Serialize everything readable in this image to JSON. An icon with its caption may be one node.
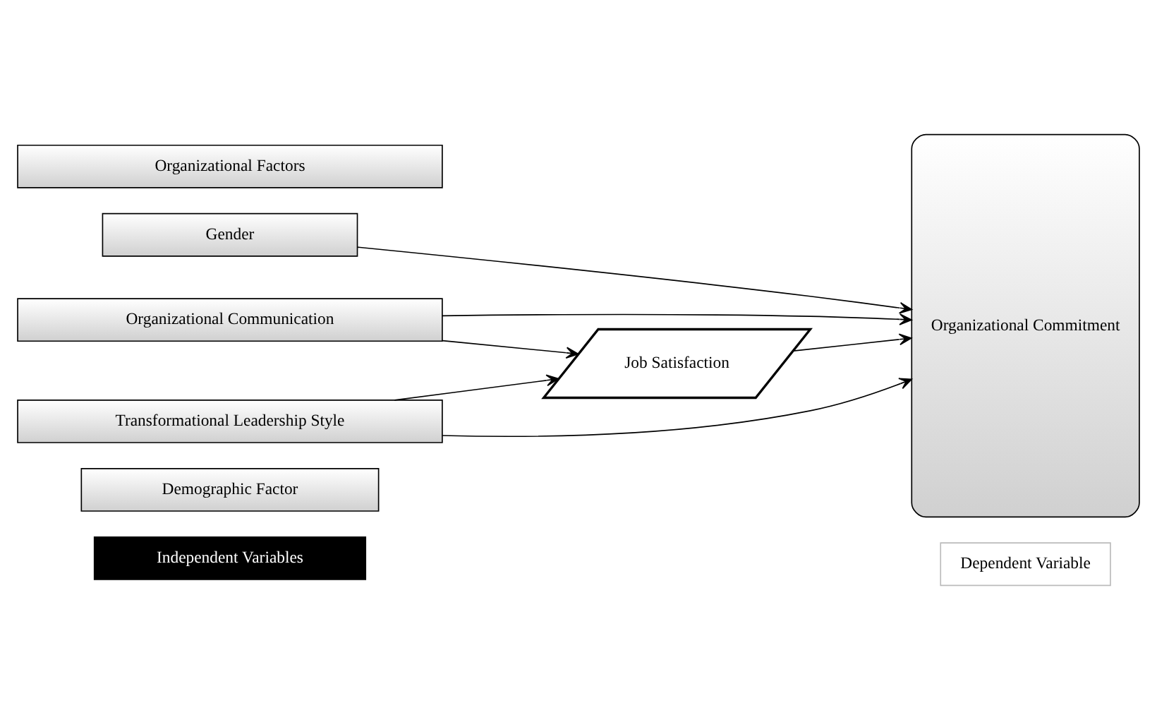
{
  "diagram": {
    "nodes": [
      {
        "text": [
          "Independent Variables"
        ]
      },
      {
        "text": [
          "Dependent Variable"
        ]
      },
      {
        "text": [
          "Demographic Factor"
        ]
      },
      {
        "text": [
          "Gender"
        ]
      },
      {
        "text": [
          "Organizational Factors"
        ]
      },
      {
        "text": [
          "Organizational Communication"
        ]
      },
      {
        "text": [
          "Transformational Leadership Style"
        ]
      },
      {
        "text": [
          "Job Satisfaction"
        ]
      },
      {
        "text": [
          "Organizational Commitment"
        ]
      }
    ],
    "edges": [
      {
        "from": 3,
        "to": 8,
        "arrow": "to"
      },
      {
        "from": 5,
        "to": 8,
        "arrow": "to"
      },
      {
        "from": 5,
        "to": 7,
        "arrow": "to"
      },
      {
        "from": 6,
        "to": 7,
        "arrow": "to"
      },
      {
        "from": 7,
        "to": 8,
        "arrow": "to"
      },
      {
        "from": 6,
        "to": 8,
        "arrow": "to"
      }
    ]
  }
}
